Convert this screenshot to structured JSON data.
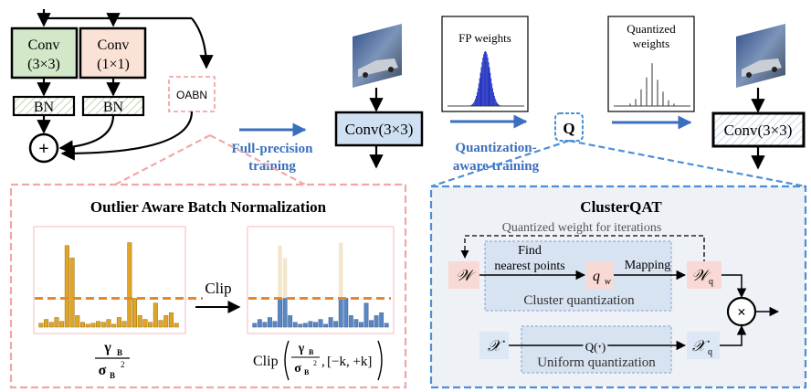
{
  "rep_block": {
    "conv3": {
      "line1": "Conv",
      "line2": "(3×3)"
    },
    "conv1": {
      "line1": "Conv",
      "line2": "(1×1)"
    },
    "bn_left": "BN",
    "bn_right": "BN",
    "oabn": "OABN",
    "add_symbol": "+"
  },
  "stage1": {
    "arrow_label_line1": "Full-precision",
    "arrow_label_line2": "training",
    "conv_label": "Conv(3×3)"
  },
  "fp_weights": {
    "title": "FP weights"
  },
  "quant_symbol": "Q",
  "stage2": {
    "arrow_label_line1": "Quantization-",
    "arrow_label_line2": "aware training"
  },
  "quantized_weights": {
    "title_line1": "Quantized",
    "title_line2": "weights"
  },
  "final_conv": {
    "label": "Conv(3×3)"
  },
  "oabn_panel": {
    "title": "Outlier Aware Batch Normalization",
    "clip_arrow_label": "Clip",
    "before_bar_heights": [
      0.04,
      0.08,
      0.05,
      0.1,
      0.06,
      0.85,
      0.72,
      0.12,
      0.05,
      0.03,
      0.04,
      0.06,
      0.05,
      0.08,
      0.03,
      0.1,
      0.06,
      0.88,
      0.3,
      0.12,
      0.08,
      0.05,
      0.25,
      0.07,
      0.12,
      0.15,
      0.04
    ],
    "clip_level": 0.3,
    "formula_left": {
      "num": "γ",
      "num_sub": "B",
      "den": "σ",
      "den_sub": "B",
      "den_sup": "2"
    },
    "formula_right": {
      "prefix": "Clip",
      "num": "γ",
      "num_sub": "B",
      "den": "σ",
      "den_sub": "B",
      "den_sup": "2",
      "range": "[−k, +k]"
    },
    "colors": {
      "before_bar": "#e0a526",
      "after_bar": "#5b86c4",
      "ghost_bar": "#f3e7c9",
      "clip_line": "#e8862a"
    }
  },
  "cluster_panel": {
    "title": "ClusterQAT",
    "feedback_label": "Quantized weight for iterations",
    "w": "𝒲",
    "find_label_line1": "Find",
    "find_label_line2": "nearest points",
    "qw": "q",
    "qw_sub": "w",
    "mapping_label": "Mapping",
    "wq": "𝒲",
    "wq_sub": "q",
    "cluster_box_label": "Cluster quantization",
    "x": "𝒳",
    "q_func": "Q(·)",
    "xq": "𝒳",
    "xq_sub": "q",
    "uniform_box_label": "Uniform quantization",
    "mult_symbol": "×"
  },
  "colors": {
    "accent_blue": "#3a6fbe",
    "pink_border": "#f2a7a7",
    "blue_border": "#4d8fd6",
    "conv3_fill": "#d2e8c8",
    "conv1_fill": "#fbe2d7",
    "conv_blue_fill": "#cfe0f3",
    "pink_node": "#f9d9d6",
    "blue_node": "#dce8f5"
  }
}
